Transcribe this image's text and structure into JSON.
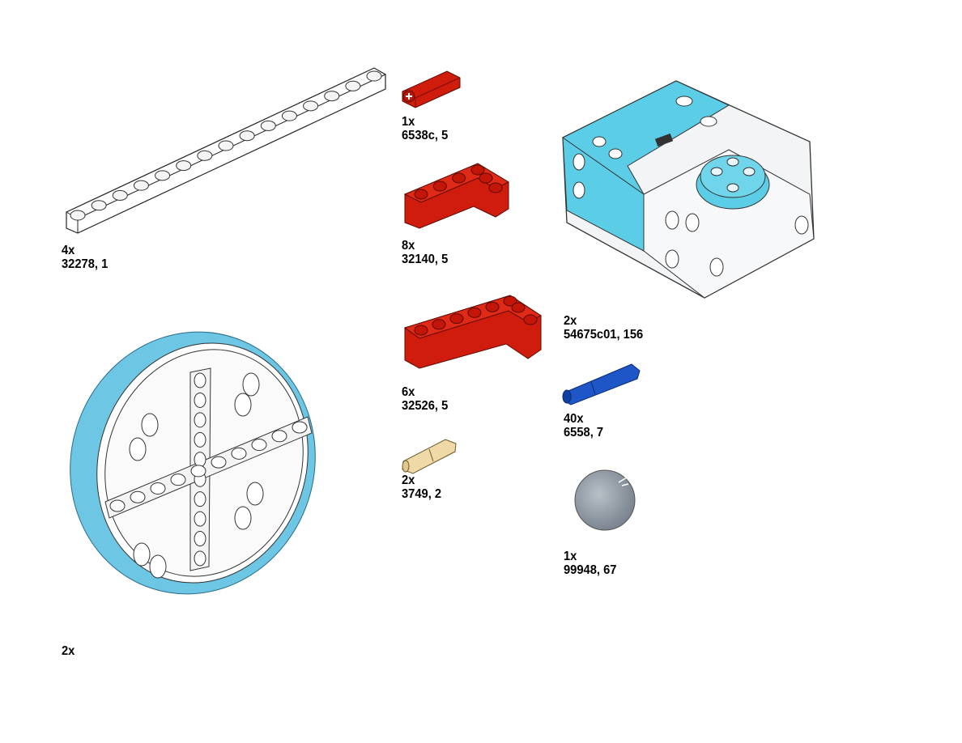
{
  "parts": [
    {
      "qty": "4x",
      "id": "32278, 1",
      "color": "#ffffff"
    },
    {
      "qty": "1x",
      "id": "6538c, 5",
      "color": "#d01c0c"
    },
    {
      "qty": "8x",
      "id": "32140, 5",
      "color": "#d01c0c"
    },
    {
      "qty": "6x",
      "id": "32526, 5",
      "color": "#d01c0c"
    },
    {
      "qty": "2x",
      "id": "54675c01, 156",
      "color": "#5fcde4"
    },
    {
      "qty": "40x",
      "id": "6558, 7",
      "color": "#1e56c8"
    },
    {
      "qty": "2x",
      "id": "3749, 2",
      "color": "#efd9a6"
    },
    {
      "qty": "1x",
      "id": "99948, 67",
      "color": "#9aa3ad"
    },
    {
      "qty": "2x",
      "color": "#6cc6e4"
    }
  ]
}
